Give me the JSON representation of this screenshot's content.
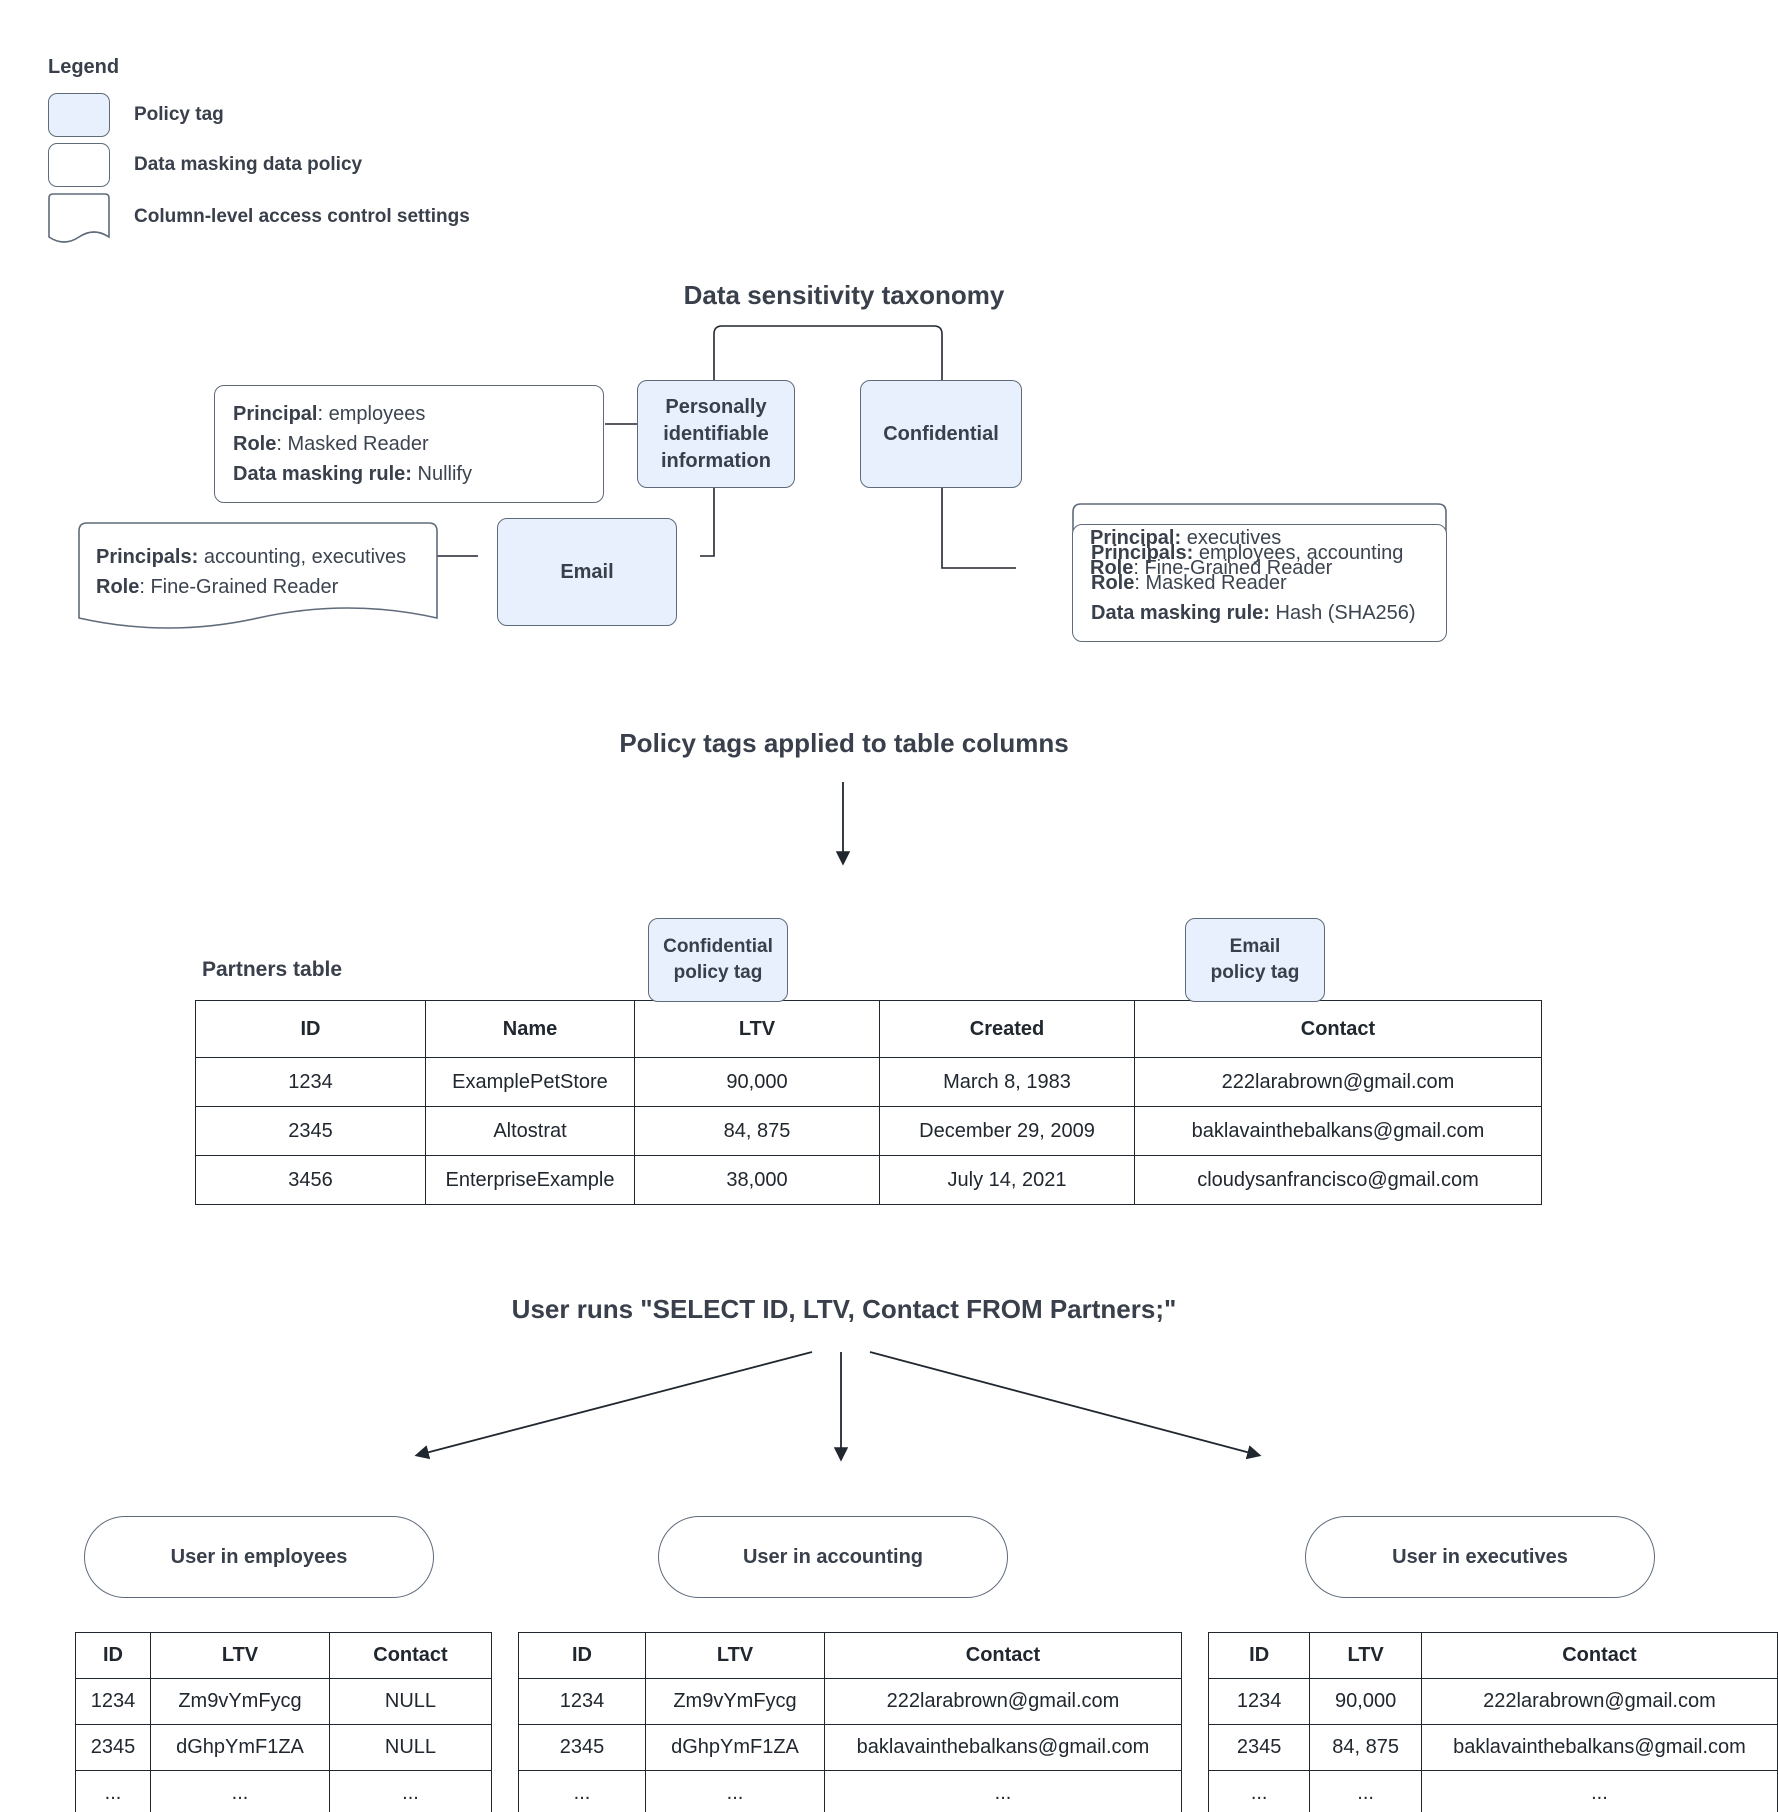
{
  "legend": {
    "title": "Legend",
    "items": [
      {
        "swatch": "policy-tag",
        "label": "Policy tag"
      },
      {
        "swatch": "data-masking",
        "label": "Data masking data policy"
      },
      {
        "swatch": "column-access",
        "label": "Column-level access control settings"
      }
    ]
  },
  "taxonomy": {
    "title": "Data sensitivity taxonomy",
    "tags": {
      "pii": "Personally\nidentifiable\ninformation",
      "pii_line1": "Personally",
      "pii_line2": "identifiable",
      "pii_line3": "information",
      "confidential": "Confidential",
      "email": "Email"
    },
    "pii_masking_policy": {
      "l1_key": "Principal",
      "l1_sep": ": ",
      "l1_val": "employees",
      "l2_key": "Role",
      "l2_sep": ": ",
      "l2_val": "Masked Reader",
      "l3_key": "Data masking rule:",
      "l3_val": " Nullify"
    },
    "email_access_policy": {
      "l1_key": "Principals:",
      "l1_val": " accounting, executives",
      "l2_key": "Role",
      "l2_sep": ": ",
      "l2_val": "Fine-Grained Reader"
    },
    "confidential_access_policy": {
      "l1_key": "Principal:",
      "l1_val": " executives",
      "l2_key": "Role",
      "l2_sep": ": ",
      "l2_val": "Fine-Grained Reader"
    },
    "confidential_masking_policy": {
      "l1_key": "Principals:",
      "l1_val": " employees, accounting",
      "l2_key": "Role",
      "l2_sep": ": ",
      "l2_val": "Masked Reader",
      "l3_key": "Data masking rule:",
      "l3_val": " Hash (SHA256)"
    }
  },
  "applied": {
    "title": "Policy tags applied to table columns",
    "table_label": "Partners table",
    "confidential_tag_l1": "Confidential",
    "confidential_tag_l2": "policy tag",
    "email_tag_l1": "Email",
    "email_tag_l2": "policy tag",
    "columns": [
      "ID",
      "Name",
      "LTV",
      "Created",
      "Contact"
    ],
    "rows": [
      [
        "1234",
        "ExamplePetStore",
        "90,000",
        "March 8, 1983",
        "222larabrown@gmail.com"
      ],
      [
        "2345",
        "Altostrat",
        "84, 875",
        "December 29, 2009",
        "baklavainthebalkans@gmail.com"
      ],
      [
        "3456",
        "EnterpriseExample",
        "38,000",
        "July 14, 2021",
        "cloudysanfrancisco@gmail.com"
      ]
    ]
  },
  "query": {
    "title": "User runs \"SELECT ID, LTV, Contact FROM Partners;\""
  },
  "results": [
    {
      "persona": "User in employees",
      "columns": [
        "ID",
        "LTV",
        "Contact"
      ],
      "rows": [
        [
          "1234",
          "Zm9vYmFycg",
          "NULL"
        ],
        [
          "2345",
          "dGhpYmF1ZA",
          "NULL"
        ],
        [
          "...",
          "...",
          "..."
        ]
      ]
    },
    {
      "persona": "User in accounting",
      "columns": [
        "ID",
        "LTV",
        "Contact"
      ],
      "rows": [
        [
          "1234",
          "Zm9vYmFycg",
          "222larabrown@gmail.com"
        ],
        [
          "2345",
          "dGhpYmF1ZA",
          "baklavainthebalkans@gmail.com"
        ],
        [
          "...",
          "...",
          "..."
        ]
      ]
    },
    {
      "persona": "User in executives",
      "columns": [
        "ID",
        "LTV",
        "Contact"
      ],
      "rows": [
        [
          "1234",
          "90,000",
          "222larabrown@gmail.com"
        ],
        [
          "2345",
          "84, 875",
          "baklavainthebalkans@gmail.com"
        ],
        [
          "...",
          "...",
          "..."
        ]
      ]
    }
  ],
  "colors": {
    "policy_tag_fill": "#e8f0fe",
    "stroke": "#5f6b7a",
    "text": "#39404b",
    "table_stroke": "#20272f"
  }
}
